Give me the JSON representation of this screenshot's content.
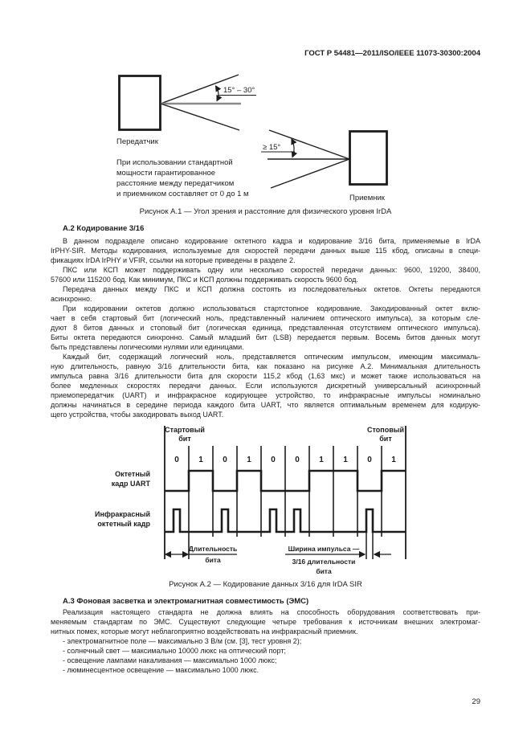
{
  "header": {
    "title": "ГОСТ Р 54481—2011/ISO/IEEE 11073-30300:2004"
  },
  "figure_a1": {
    "transmitter_label": "Передатчик",
    "receiver_label": "Приемник",
    "tx_angle_label": "15° – 30°",
    "rx_angle_label": "≥ 15°",
    "note_lines": [
      "При использовании стандартной",
      "мощности гарантированное",
      "расстояние между передатчиком",
      "и приемником составляет от 0 до 1 м"
    ],
    "caption": "Рисунок А.1 — Угол зрения и расстояние для физического уровня IrDA"
  },
  "section_a2": {
    "heading": "А.2  Кодирование 3/16",
    "paragraphs": [
      [
        "В данном подразделе описано кодирование октетного кадра и кодирование 3/16 бита, применяемые в IrDA",
        "IrPHY-SIR. Методы кодирования, используемые для скоростей передачи данных выше 115 кбод, описаны в специ-",
        "фикациях IrDA IrPHY и VFIR, ссылки на которые приведены в разделе 2."
      ],
      [
        "ПКС или КСП может поддерживать одну или несколько скоростей передачи данных: 9600, 19200, 38400,",
        "57600 или 115200 бод. Как минимум, ПКС и КСП должны поддерживать скорость 9600 бод."
      ],
      [
        "Передача данных между ПКС и КСП должна состоять из последовательных октетов. Октеты передаются",
        "асинхронно."
      ],
      [
        "При кодировании октетов должно использоваться стартстопное кодирование. Закодированный октет вклю-",
        "чает в себя стартовый бит (логический ноль, представленный наличием оптического импульса), за которым сле-",
        "дуют 8 битов данных и стоповый бит (логическая единица, представленная отсутствием оптического импульса).",
        "Биты октета передаются синхронно. Самый младший бит (LSB) передается первым. Восемь битов данных могут",
        "быть представлены логическими нулями или единицами."
      ],
      [
        "Каждый бит, содержащий логический ноль, представляется оптическим импульсом, имеющим максималь-",
        "ную длительность, равную 3/16 длительности бита, как показано на рисунке А.2. Минимальная длительность",
        "импульса равна 3/16 длительности бита для скорости 115,2 кбод (1,63 мкс) и может также использоваться на",
        "более медленных скоростях передачи данных. Если используются дискретный универсальный асинхронный",
        "приемопередатчик (UART) и инфракрасное кодирующее устройство, то инфракрасные импульсы номинально",
        "должны начинаться в середине периода каждого бита UART, что является оптимальным временем для кодирую-",
        "щего устройства, чтобы закодировать выход UART."
      ]
    ]
  },
  "figure_a2": {
    "bits": [
      0,
      1,
      0,
      1,
      0,
      0,
      1,
      1,
      0,
      1
    ],
    "start_bit_label": [
      "Стартовый",
      "бит"
    ],
    "stop_bit_label": [
      "Стоповый",
      "бит"
    ],
    "uart_row_label": [
      "Октетный",
      "кадр UART"
    ],
    "ir_row_label": [
      "Инфракрасный",
      "октетный кадр"
    ],
    "bit_duration_label": [
      "Длительность",
      "бита"
    ],
    "pulse_width_label": [
      "Ширина импульса —",
      "3/16 длительности",
      "бита"
    ],
    "caption": "Рисунок А.2 — Кодирование данных 3/16 для IrDA SIR"
  },
  "section_a3": {
    "heading": "А.3  Фоновая засветка и электромагнитная совместимость (ЭМС)",
    "paragraphs": [
      [
        "Реализация настоящего стандарта не должна влиять на способность оборудования соответствовать при-",
        "меняемым стандартам по ЭМС. Существуют следующие четыре требования к источникам внешних электромаг-",
        "нитных помех, которые могут неблагоприятно воздействовать на инфракрасный приемник."
      ]
    ],
    "list_items": [
      "- электромагнитное поле — максимально 3 В/м (см. [3], тест уровня 2);",
      "- солнечный свет — максимально 10000 люкс на оптический порт;",
      "- освещение лампами накаливания — максимально 1000 люкс;",
      "- люминесцентное освещение — максимально 1000 люкс."
    ]
  },
  "page_number": "29",
  "colors": {
    "ink": "#1c1c1c",
    "beam_axis_gray": "#8a8a8a",
    "paper": "#ffffff"
  }
}
